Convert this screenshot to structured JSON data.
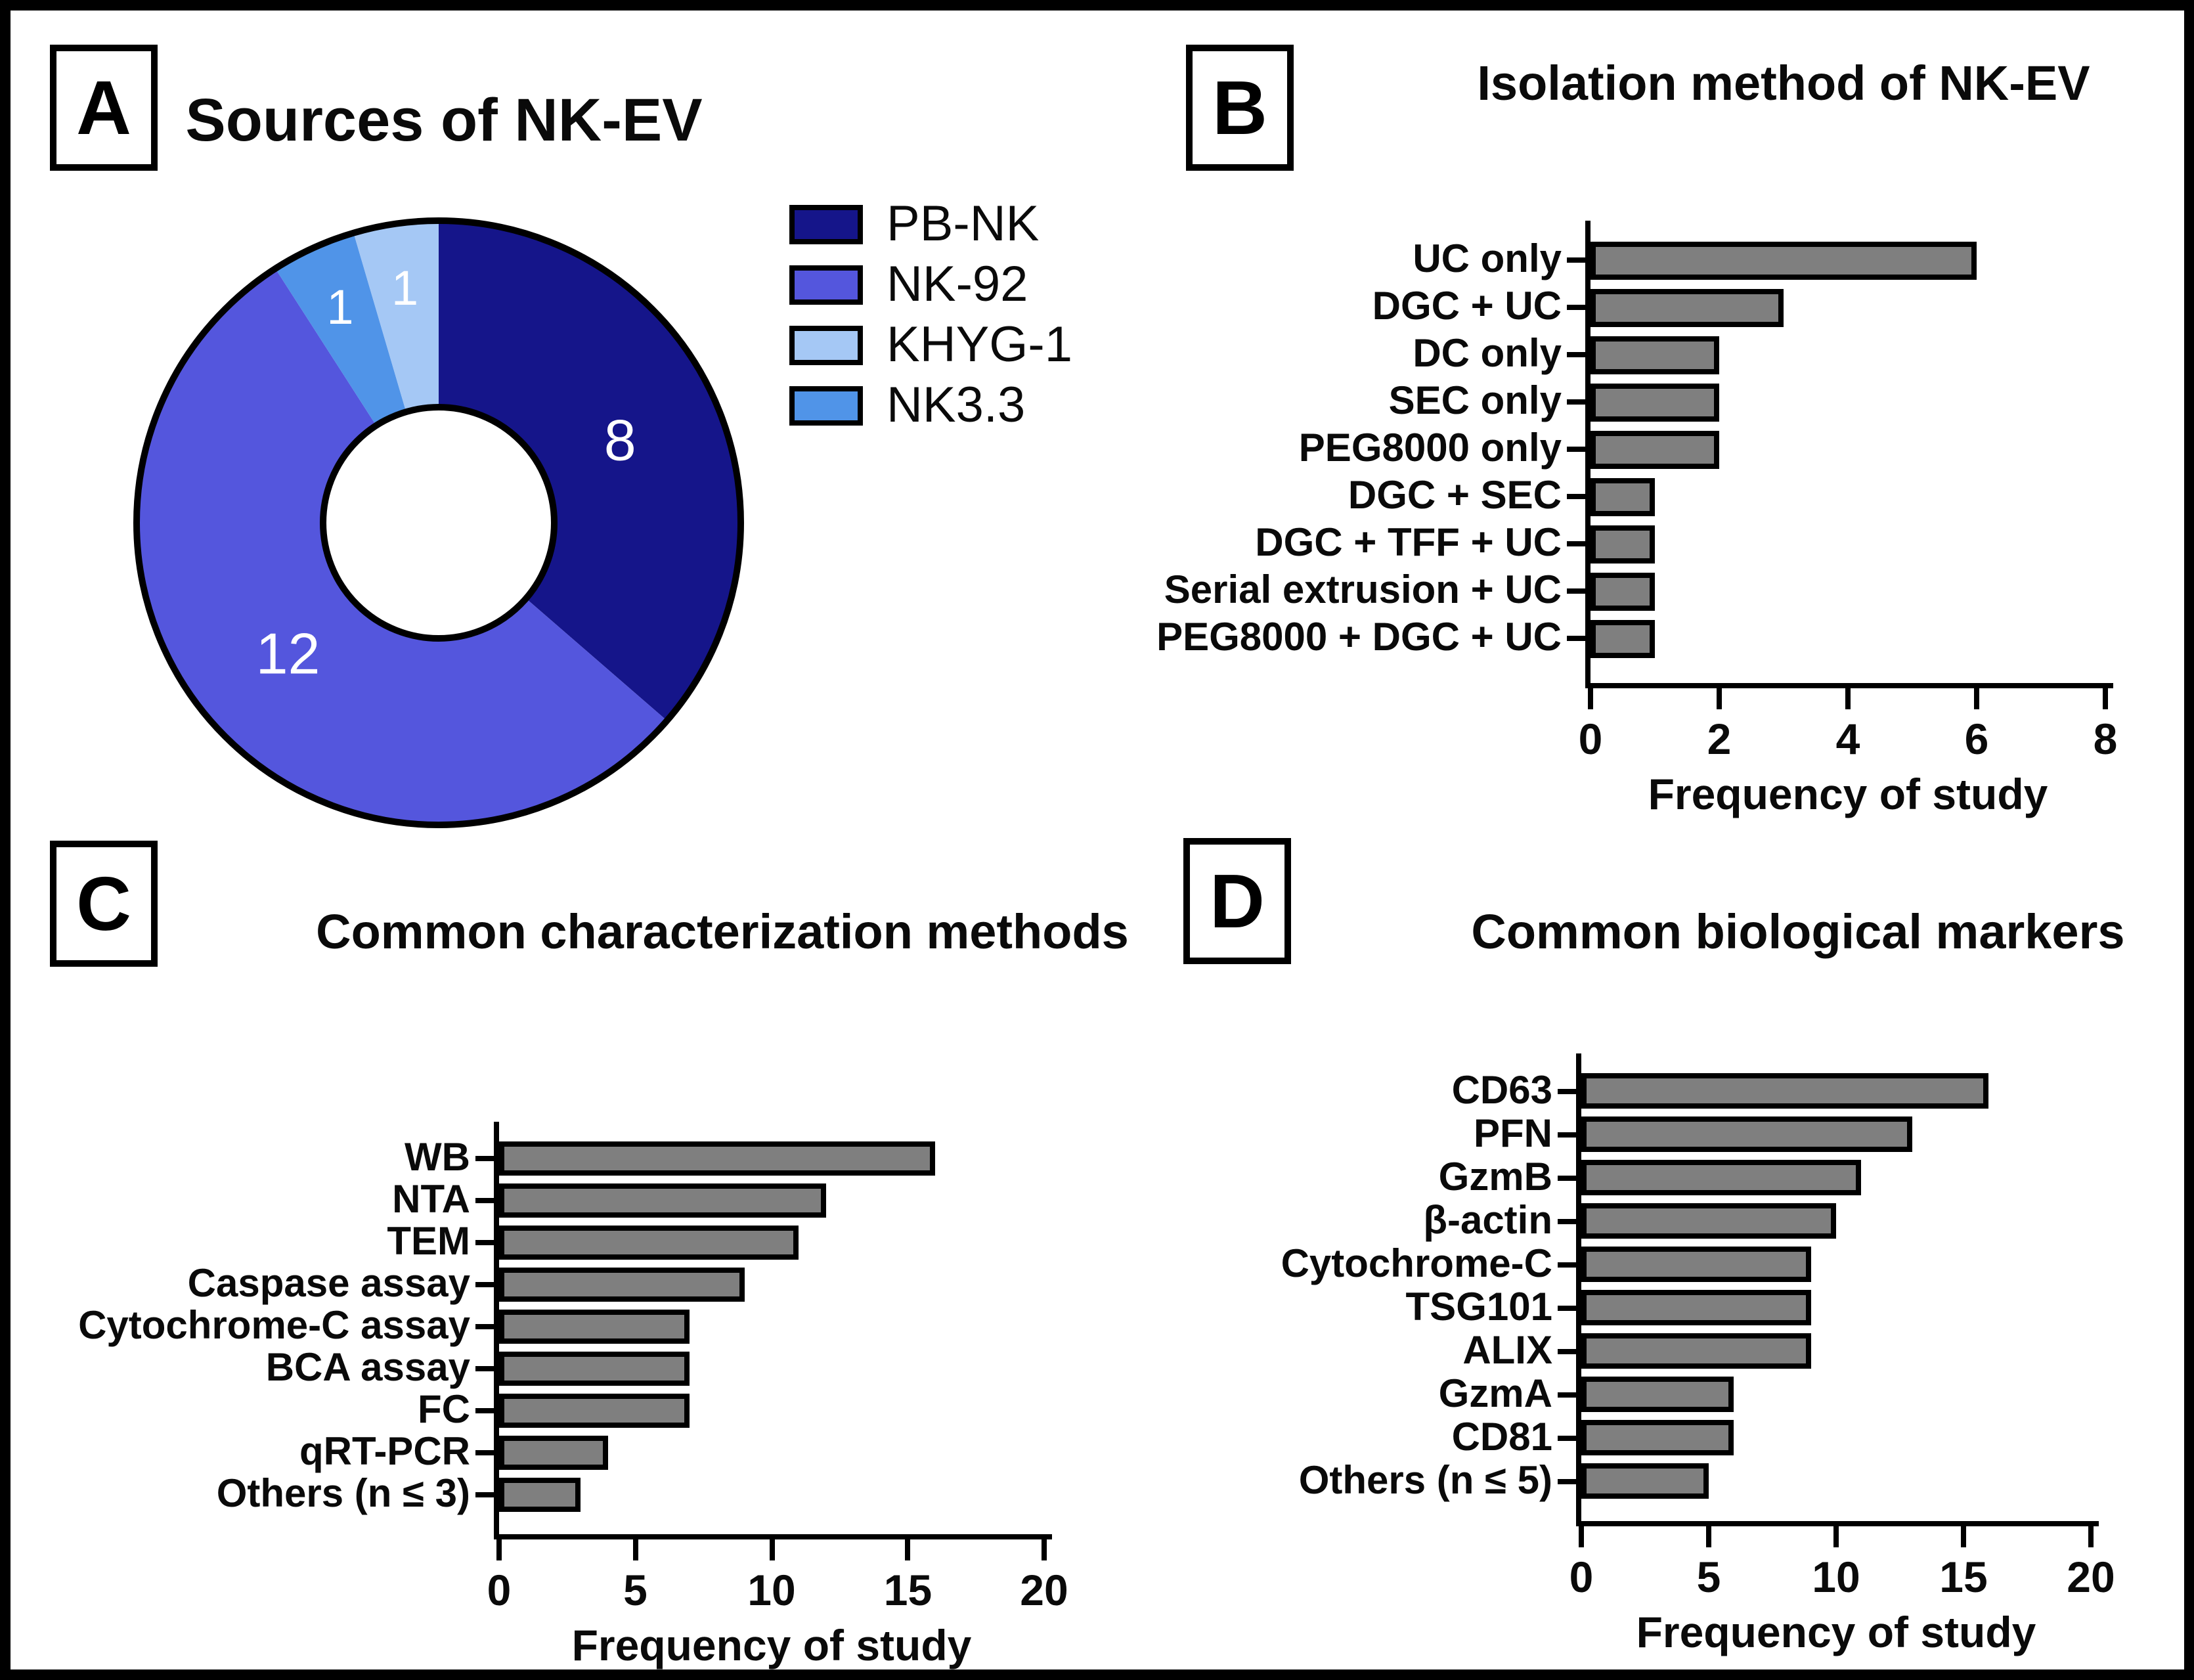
{
  "panels": [
    {
      "id": "A",
      "label": "A",
      "title": "Sources of NK-EV"
    },
    {
      "id": "B",
      "label": "B",
      "title": "Isolation method of NK-EV"
    },
    {
      "id": "C",
      "label": "C",
      "title": "Common characterization methods"
    },
    {
      "id": "D",
      "label": "D",
      "title": "Common biological markers"
    }
  ],
  "colors": {
    "background": "#ffffff",
    "frame": "#000000",
    "bar_fill": "#7f7f7f",
    "bar_border": "#000000",
    "pie_label_text": "#ffffff"
  },
  "chart_data": [
    {
      "panel": "A",
      "type": "pie",
      "subtype": "donut",
      "title": "Sources of NK-EV",
      "total": 22,
      "start_angle_deg": 0,
      "direction": "clockwise",
      "slices": [
        {
          "label": "PB-NK",
          "value": 8,
          "color": "#15158a",
          "text_label": "8"
        },
        {
          "label": "NK-92",
          "value": 12,
          "color": "#5456dd",
          "text_label": "12"
        },
        {
          "label": "NK3.3",
          "value": 1,
          "color": "#5094e8",
          "text_label": "1"
        },
        {
          "label": "KHYG-1",
          "value": 1,
          "color": "#a5c8f5",
          "text_label": "1"
        }
      ],
      "legend": [
        {
          "label": "PB-NK",
          "color": "#15158a"
        },
        {
          "label": "NK-92",
          "color": "#5456dd"
        },
        {
          "label": "KHYG-1",
          "color": "#a5c8f5"
        },
        {
          "label": "NK3.3",
          "color": "#5094e8"
        }
      ],
      "legend_position": "right"
    },
    {
      "panel": "B",
      "type": "bar",
      "orientation": "horizontal",
      "title": "Isolation method of NK-EV",
      "categories": [
        "UC only",
        "DGC + UC",
        "DC only",
        "SEC only",
        "PEG8000 only",
        "DGC + SEC",
        "DGC + TFF + UC",
        "Serial extrusion + UC",
        "PEG8000 + DGC + UC"
      ],
      "values": [
        6,
        3,
        2,
        2,
        2,
        1,
        1,
        1,
        1
      ],
      "xlabel": "Frequency of study",
      "xlim": [
        0,
        8
      ],
      "xticks": [
        0,
        2,
        4,
        6,
        8
      ],
      "grid": false,
      "bar_color": "#7f7f7f"
    },
    {
      "panel": "C",
      "type": "bar",
      "orientation": "horizontal",
      "title": "Common characterization methods",
      "categories": [
        "WB",
        "NTA",
        "TEM",
        "Caspase assay",
        "Cytochrome-C assay",
        "BCA assay",
        "FC",
        "qRT-PCR",
        "Others (n ≤ 3)"
      ],
      "values": [
        16,
        12,
        11,
        9,
        7,
        7,
        7,
        4,
        3
      ],
      "xlabel": "Frequency of study",
      "xlim": [
        0,
        20
      ],
      "xticks": [
        0,
        5,
        10,
        15,
        20
      ],
      "grid": false,
      "bar_color": "#7f7f7f"
    },
    {
      "panel": "D",
      "type": "bar",
      "orientation": "horizontal",
      "title": "Common biological markers",
      "categories": [
        "CD63",
        "PFN",
        "GzmB",
        "β-actin",
        "Cytochrome-C",
        "TSG101",
        "ALIX",
        "GzmA",
        "CD81",
        "Others (n ≤ 5)"
      ],
      "values": [
        16,
        13,
        11,
        10,
        9,
        9,
        9,
        6,
        6,
        5
      ],
      "xlabel": "Frequency of study",
      "xlim": [
        0,
        20
      ],
      "xticks": [
        0,
        5,
        10,
        15,
        20
      ],
      "grid": false,
      "bar_color": "#7f7f7f"
    }
  ]
}
